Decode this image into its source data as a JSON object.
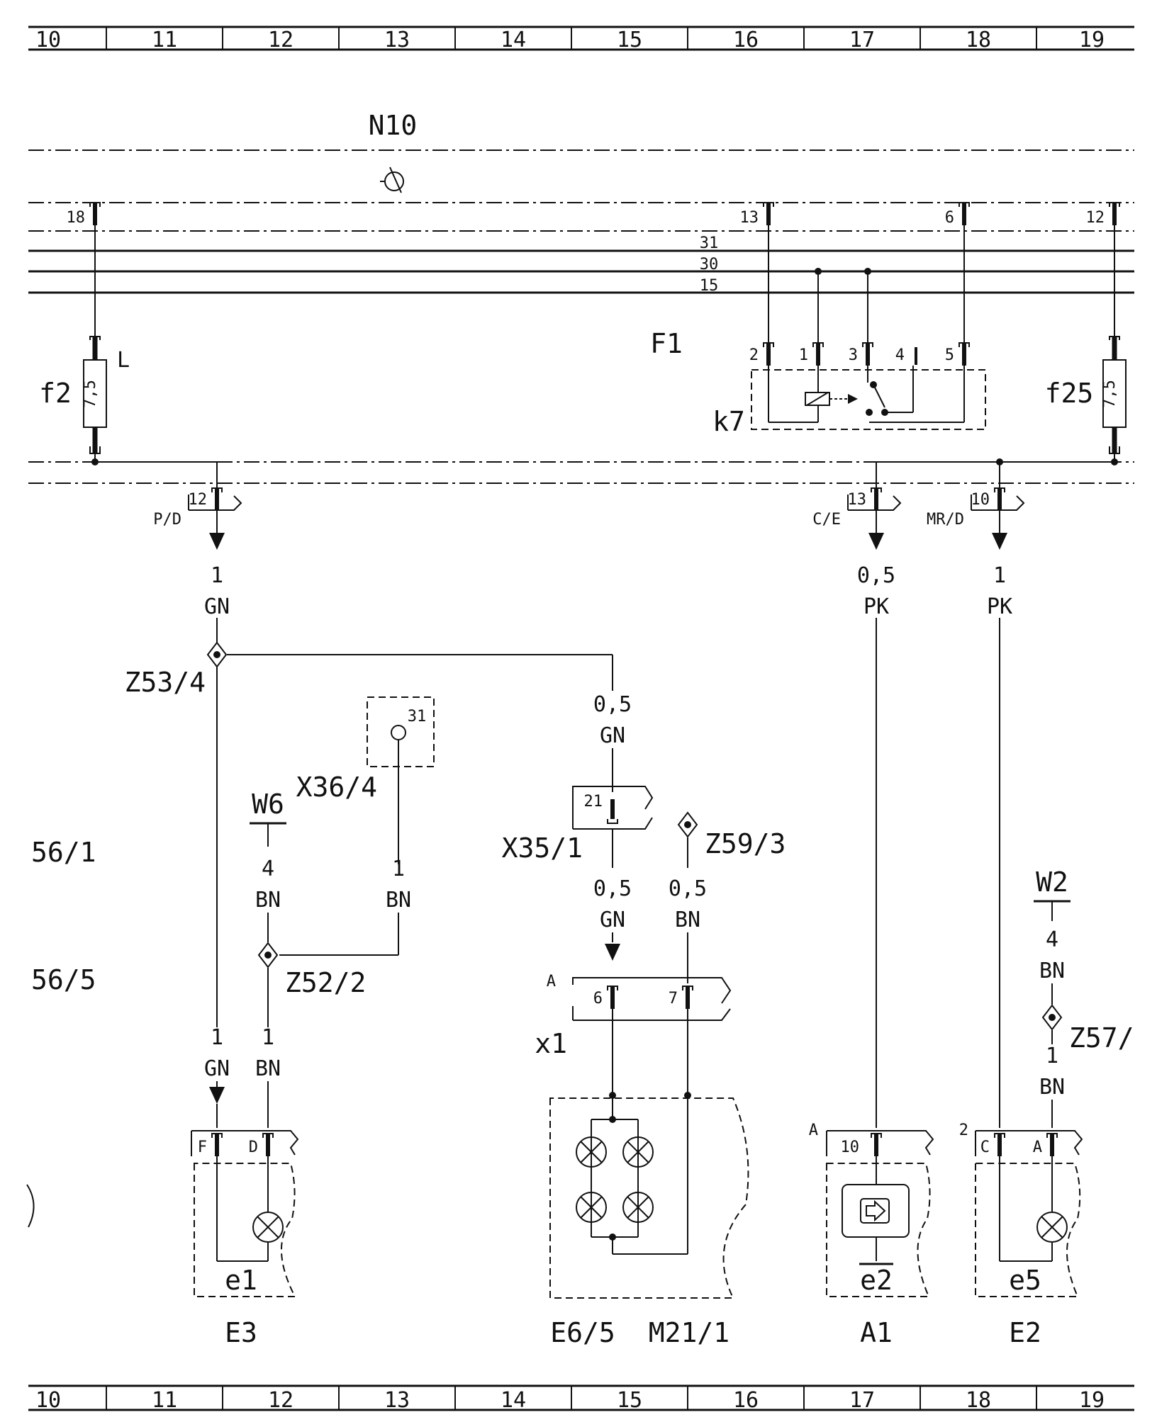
{
  "grid": {
    "columns": [
      "10",
      "11",
      "12",
      "13",
      "14",
      "15",
      "16",
      "17",
      "18",
      "19"
    ]
  },
  "module": {
    "title": "N10",
    "relay_panel": "F1",
    "relay": "k7"
  },
  "buses": {
    "b31": "31",
    "b30": "30",
    "b15": "15"
  },
  "bus_pins": {
    "p18": "18",
    "p13": "13",
    "p6": "6",
    "p12": "12"
  },
  "relay_pins": {
    "r2": "2",
    "r1": "1",
    "r3": "3",
    "r4": "4",
    "r5": "5"
  },
  "fuses": {
    "f2": {
      "name": "f2",
      "rating": "7,5",
      "tag": "L"
    },
    "f25": {
      "name": "f25",
      "rating": "7,5"
    }
  },
  "outputs": [
    {
      "pin": "12",
      "label": "P/D"
    },
    {
      "pin": "13",
      "label": "C/E"
    },
    {
      "pin": "10",
      "label": "MR/D"
    }
  ],
  "wires": {
    "w_gn_main": {
      "gauge": "1",
      "color": "GN"
    },
    "w_pk_a": {
      "gauge": "0,5",
      "color": "PK"
    },
    "w_pk_b": {
      "gauge": "1",
      "color": "PK"
    },
    "w_gn_branch": {
      "gauge": "0,5",
      "color": "GN"
    },
    "w_gn_x35": {
      "gauge": "0,5",
      "color": "GN"
    },
    "w_bn_z59": {
      "gauge": "0,5",
      "color": "BN"
    },
    "w_bn_w6": {
      "gauge": "4",
      "color": "BN"
    },
    "w_bn_x36": {
      "gauge": "1",
      "color": "BN"
    },
    "w_gn_e3": {
      "gauge": "1",
      "color": "GN"
    },
    "w_bn_e3": {
      "gauge": "1",
      "color": "BN"
    },
    "w_bn_w2": {
      "gauge": "4",
      "color": "BN"
    },
    "w_bn_e2": {
      "gauge": "1",
      "color": "BN"
    }
  },
  "splices": {
    "z53": "Z53/4",
    "z52": "Z52/2",
    "z59": "Z59/3",
    "z57": "Z57/"
  },
  "grounds": {
    "w6": "W6",
    "w2": "W2"
  },
  "connectors": {
    "x36": {
      "name": "X36/4",
      "pin": "31"
    },
    "x35": {
      "name": "X35/1",
      "pin": "21"
    },
    "x1": {
      "name": "x1",
      "side": "A",
      "pin_a": "6",
      "pin_b": "7"
    }
  },
  "side_refs": {
    "r1": "56/1",
    "r2": "56/5"
  },
  "components": {
    "e3": {
      "name": "E3",
      "sub": "e1",
      "pin_a": "F",
      "pin_b": "D"
    },
    "e65": {
      "name": "E6/5"
    },
    "m211": {
      "name": "M21/1"
    },
    "a1": {
      "name": "A1",
      "sub": "e2",
      "side": "A",
      "pin": "10"
    },
    "e2": {
      "name": "E2",
      "sub": "e5",
      "prefix": "2",
      "pin_a": "C",
      "pin_b": "A"
    }
  }
}
